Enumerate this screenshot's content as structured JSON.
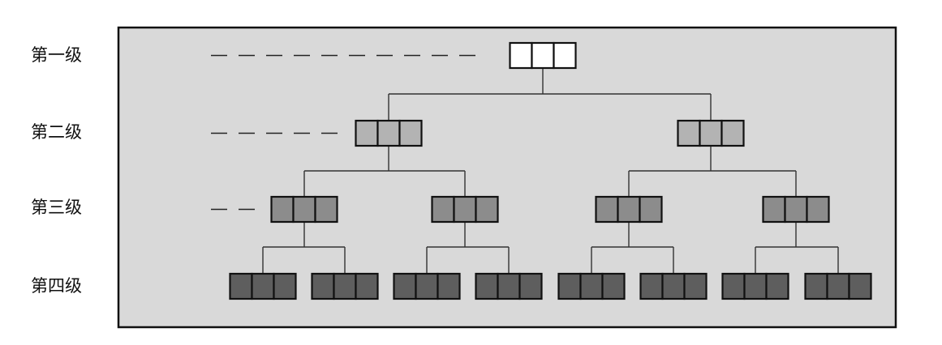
{
  "levels": [
    {
      "label": "第一级",
      "fill": "#ffffff"
    },
    {
      "label": "第二级",
      "fill": "#b3b3b3"
    },
    {
      "label": "第三级",
      "fill": "#8c8c8c"
    },
    {
      "label": "第四级",
      "fill": "#5e5e5e"
    }
  ],
  "colors": {
    "panel_background": "#d9d9d9",
    "panel_border": "#111111",
    "node_stroke": "#111111",
    "connector": "#333333"
  },
  "tree": {
    "type": "binary-tree",
    "nodes_per_level": [
      1,
      2,
      4,
      8
    ],
    "cells_per_node": 3
  }
}
